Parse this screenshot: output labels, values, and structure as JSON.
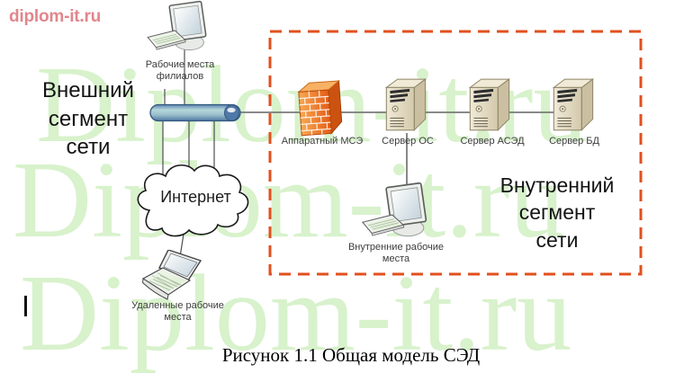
{
  "page": {
    "site_watermark": "diplom-it.ru",
    "watermark_tile": "Diplom-it.ru",
    "caption": "Рисунок 1.1 Общая модель СЭД"
  },
  "diagram": {
    "external_segment": "Внешний сегмент сети",
    "internal_segment": "Внутренний сегмент сети",
    "internet": "Интернет",
    "labels": {
      "branch_workstations": "Рабочие места филиалов",
      "remote_workstations": "Удаленные рабочие места",
      "hardware_firewall": "Аппаратный МСЭ",
      "os_server": "Сервер ОС",
      "ased_server": "Сервер АСЭД",
      "db_server": "Сервер БД",
      "internal_workstations": "Внутренние рабочие места"
    },
    "colors": {
      "segment_border": "#e2501e",
      "watermark_green": "#d8f2cc",
      "site_red": "#e0868c",
      "firewall_orange": "#ed6b1e",
      "server_beige": "#e3dbc2",
      "cylinder_blue": "#5d86b0"
    }
  }
}
